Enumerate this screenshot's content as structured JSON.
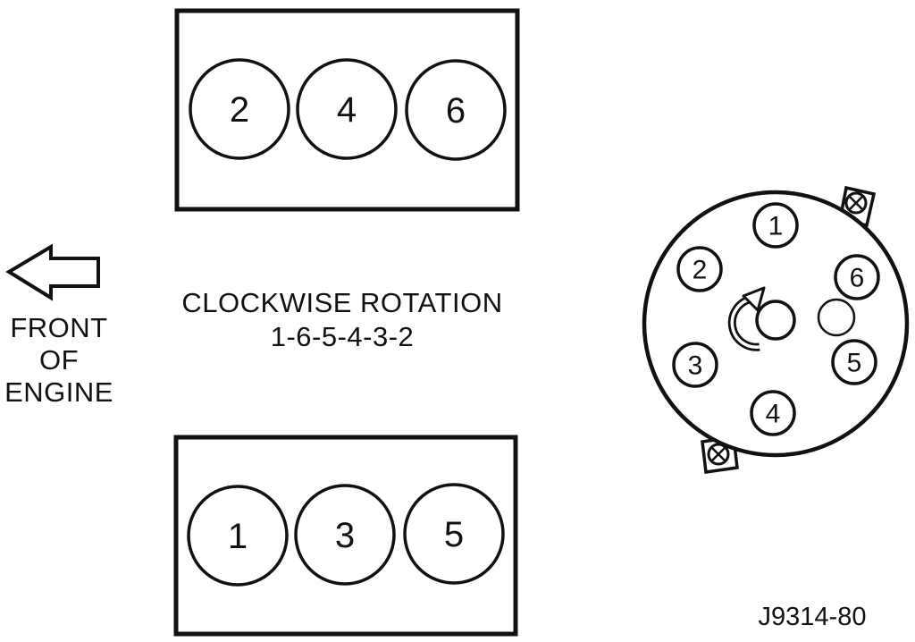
{
  "page": {
    "background": "#ffffff",
    "ink_color": "#111111",
    "type": "engine-firing-order-diagram"
  },
  "front_indicator": {
    "icon": "left-block-arrow",
    "label_lines": [
      "FRONT",
      "OF",
      "ENGINE"
    ]
  },
  "rotation": {
    "title": "CLOCKWISE ROTATION",
    "firing_order": "1-6-5-4-3-2"
  },
  "top_bank": {
    "cylinders": [
      "2",
      "4",
      "6"
    ]
  },
  "bottom_bank": {
    "cylinders": [
      "1",
      "3",
      "5"
    ]
  },
  "distributor": {
    "rotation_icon": "clockwise-curved-arrow",
    "screw_icon": "phillips-screw",
    "terminals": [
      {
        "position": "top",
        "label": "1"
      },
      {
        "position": "upper-left",
        "label": "2"
      },
      {
        "position": "upper-right",
        "label": "6"
      },
      {
        "position": "lower-left",
        "label": "3"
      },
      {
        "position": "lower-right",
        "label": "5"
      },
      {
        "position": "bottom",
        "label": "4"
      }
    ]
  },
  "reference_code": "J9314-80"
}
